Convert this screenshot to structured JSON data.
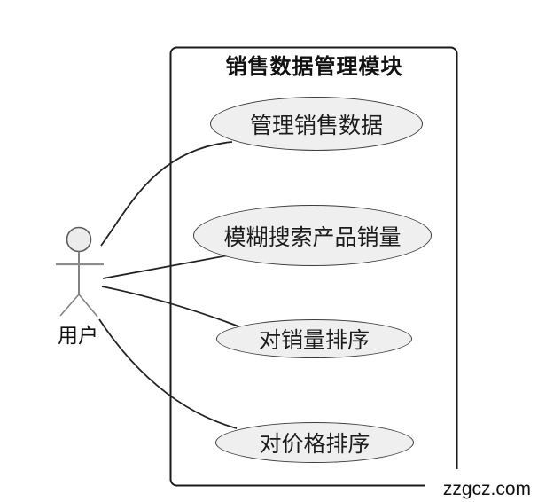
{
  "diagram": {
    "kind": "uml-use-case-diagram",
    "system": {
      "title": "销售数据管理模块"
    },
    "actor": {
      "label": "用户"
    },
    "use_cases": [
      {
        "label": "管理销售数据"
      },
      {
        "label": "模糊搜索产品销量"
      },
      {
        "label": "对销量排序"
      },
      {
        "label": "对价格排序"
      }
    ],
    "associations": [
      {
        "from": "用户",
        "to": "管理销售数据"
      },
      {
        "from": "用户",
        "to": "模糊搜索产品销量"
      },
      {
        "from": "用户",
        "to": "对销量排序"
      },
      {
        "from": "用户",
        "to": "对价格排序"
      }
    ],
    "watermark": "zzgcz.com",
    "colors": {
      "background": "#ffffff",
      "frame_stroke": "#1a1a1a",
      "ellipse_fill": "#efefef",
      "ellipse_stroke": "#3d3d3d",
      "association_stroke": "#222222",
      "actor_limb_stroke": "#828282",
      "actor_head_stroke": "#5a5a5a",
      "actor_head_fill": "#ececec",
      "text": "#111111"
    }
  }
}
